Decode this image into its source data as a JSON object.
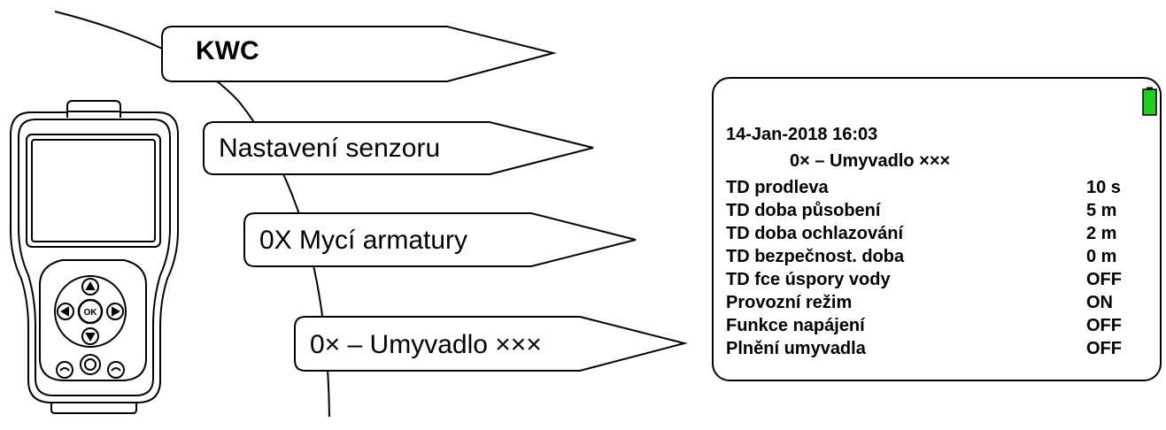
{
  "menu_path": {
    "level1": "KWC",
    "level2": "Nastavení senzoru",
    "level3": "0X Mycí armatury",
    "level4": "0× – Umyvadlo ×××"
  },
  "device": {
    "ok_button_label": "OK"
  },
  "screen": {
    "datetime": "14-Jan-2018 16:03",
    "title": "0× – Umyvadlo ×××",
    "battery_color": "#22cc22",
    "rows": [
      {
        "label": "TD prodleva",
        "value": "10 s"
      },
      {
        "label": "TD doba působení",
        "value": "5 m"
      },
      {
        "label": "TD doba ochlazování",
        "value": "2 m"
      },
      {
        "label": "TD bezpečnost. doba",
        "value": "0 m"
      },
      {
        "label": "TD fce úspory vody",
        "value": "OFF"
      },
      {
        "label": "Provozní režim",
        "value": "ON"
      },
      {
        "label": "Funkce napájení",
        "value": "OFF"
      },
      {
        "label": "Plnění umyvadla",
        "value": "OFF"
      }
    ]
  }
}
